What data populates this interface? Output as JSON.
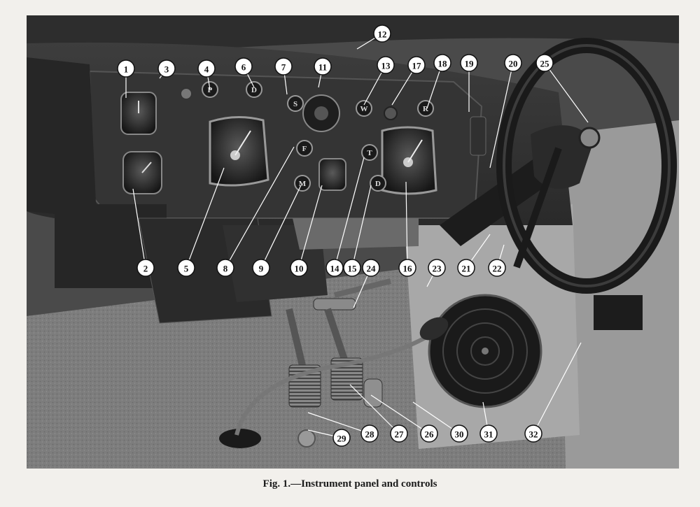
{
  "figure": {
    "caption": "Fig. 1.—Instrument panel and controls"
  },
  "callouts": [
    {
      "label": "1"
    },
    {
      "label": "2"
    },
    {
      "label": "3"
    },
    {
      "label": "4"
    },
    {
      "label": "5"
    },
    {
      "label": "6"
    },
    {
      "label": "7"
    },
    {
      "label": "8"
    },
    {
      "label": "9"
    },
    {
      "label": "10"
    },
    {
      "label": "11"
    },
    {
      "label": "12"
    },
    {
      "label": "13"
    },
    {
      "label": "14"
    },
    {
      "label": "15"
    },
    {
      "label": "16"
    },
    {
      "label": "17"
    },
    {
      "label": "18"
    },
    {
      "label": "19"
    },
    {
      "label": "20"
    },
    {
      "label": "21"
    },
    {
      "label": "22"
    },
    {
      "label": "23"
    },
    {
      "label": "24"
    },
    {
      "label": "25"
    },
    {
      "label": "26"
    },
    {
      "label": "27"
    },
    {
      "label": "28"
    },
    {
      "label": "29"
    },
    {
      "label": "30"
    },
    {
      "label": "31"
    },
    {
      "label": "32"
    }
  ],
  "knob_letters": {
    "k4": "P",
    "k6": "D",
    "k7": "S",
    "k8": "F",
    "k9": "M",
    "k13": "W",
    "k14": "T",
    "k15": "D",
    "k18": "R"
  }
}
